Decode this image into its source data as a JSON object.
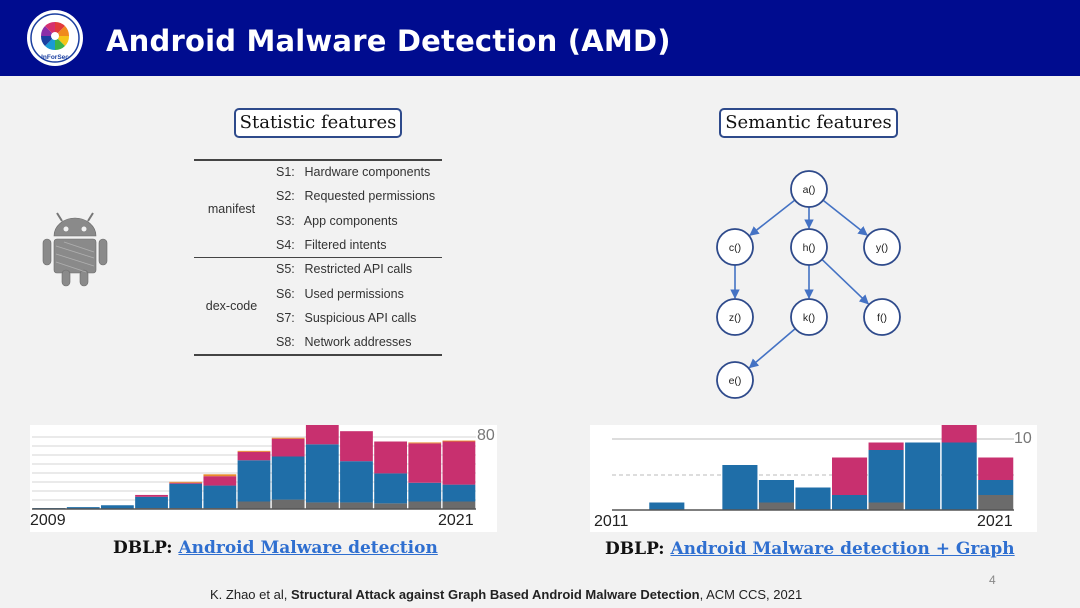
{
  "header": {
    "title": "Android Malware Detection (AMD)",
    "logo_text": "InForSec"
  },
  "statistic": {
    "label": "Statistic features",
    "groups": [
      {
        "name": "manifest",
        "features": [
          {
            "code": "S1:",
            "name": "Hardware components"
          },
          {
            "code": "S2:",
            "name": "Requested permissions"
          },
          {
            "code": "S3:",
            "name": "App components"
          },
          {
            "code": "S4:",
            "name": "Filtered intents"
          }
        ]
      },
      {
        "name": "dex-code",
        "features": [
          {
            "code": "S5:",
            "name": "Restricted API calls"
          },
          {
            "code": "S6:",
            "name": "Used permissions"
          },
          {
            "code": "S7:",
            "name": "Suspicious API calls"
          },
          {
            "code": "S8:",
            "name": "Network addresses"
          }
        ]
      }
    ]
  },
  "semantic": {
    "label": "Semantic features",
    "nodes": [
      "a()",
      "c()",
      "h()",
      "y()",
      "z()",
      "k()",
      "f()",
      "e()"
    ],
    "edges": [
      [
        "a()",
        "c()"
      ],
      [
        "a()",
        "h()"
      ],
      [
        "a()",
        "y()"
      ],
      [
        "c()",
        "z()"
      ],
      [
        "h()",
        "k()"
      ],
      [
        "h()",
        "f()"
      ],
      [
        "k()",
        "e()"
      ]
    ]
  },
  "colors": {
    "header_bg": "#000c8f",
    "blue": "#1f6ea8",
    "magenta": "#c8306f",
    "gray": "#6b6b6b",
    "orange": "#e88a2c",
    "link": "#2f6fd0"
  },
  "chart_data": [
    {
      "type": "bar",
      "x_start_label": "2009",
      "x_end_label": "2021",
      "ymax_label": "80",
      "ylim": [
        0,
        80
      ],
      "categories": [
        "2009",
        "2010",
        "2011",
        "2012",
        "2013",
        "2014",
        "2015",
        "2016",
        "2017",
        "2018",
        "2019",
        "2020",
        "2021"
      ],
      "series": [
        {
          "color": "#6b6b6b",
          "values": [
            0,
            0,
            0,
            1,
            1,
            1,
            8,
            10,
            7,
            7,
            6,
            8,
            8
          ]
        },
        {
          "color": "#1f6ea8",
          "values": [
            1,
            2,
            4,
            12,
            26,
            24,
            44,
            46,
            62,
            44,
            32,
            20,
            18
          ]
        },
        {
          "color": "#c8306f",
          "values": [
            0,
            0,
            0,
            2,
            1,
            10,
            9,
            19,
            22,
            32,
            34,
            42,
            46
          ]
        },
        {
          "color": "#e88a2c",
          "values": [
            0,
            0,
            0,
            0,
            1,
            2,
            1,
            1,
            1,
            0,
            0,
            1,
            1
          ]
        }
      ]
    },
    {
      "type": "bar",
      "x_start_label": "2011",
      "x_end_label": "2021",
      "ymax_label": "10",
      "ylim": [
        0,
        10
      ],
      "categories": [
        "2011",
        "2012",
        "2013",
        "2014",
        "2015",
        "2016",
        "2017",
        "2018",
        "2019",
        "2020",
        "2021"
      ],
      "series": [
        {
          "color": "#6b6b6b",
          "values": [
            0,
            0,
            0,
            0,
            1,
            0,
            0,
            1,
            0,
            0,
            2
          ]
        },
        {
          "color": "#1f6ea8",
          "values": [
            0,
            1,
            0,
            6,
            3,
            3,
            2,
            7,
            9,
            9,
            2
          ]
        },
        {
          "color": "#c8306f",
          "values": [
            0,
            0,
            0,
            0,
            0,
            0,
            5,
            1,
            0,
            3,
            3
          ]
        }
      ]
    }
  ],
  "dblp1": {
    "prefix": "DBLP:",
    "link": "Android Malware detection"
  },
  "dblp2": {
    "prefix": "DBLP:",
    "link": "Android Malware detection + Graph"
  },
  "page_number": "4",
  "citation": {
    "authors": "K. Zhao et al,",
    "title": "Structural Attack against Graph Based Android Malware Detection",
    "venue": ", ACM CCS, 2021"
  }
}
